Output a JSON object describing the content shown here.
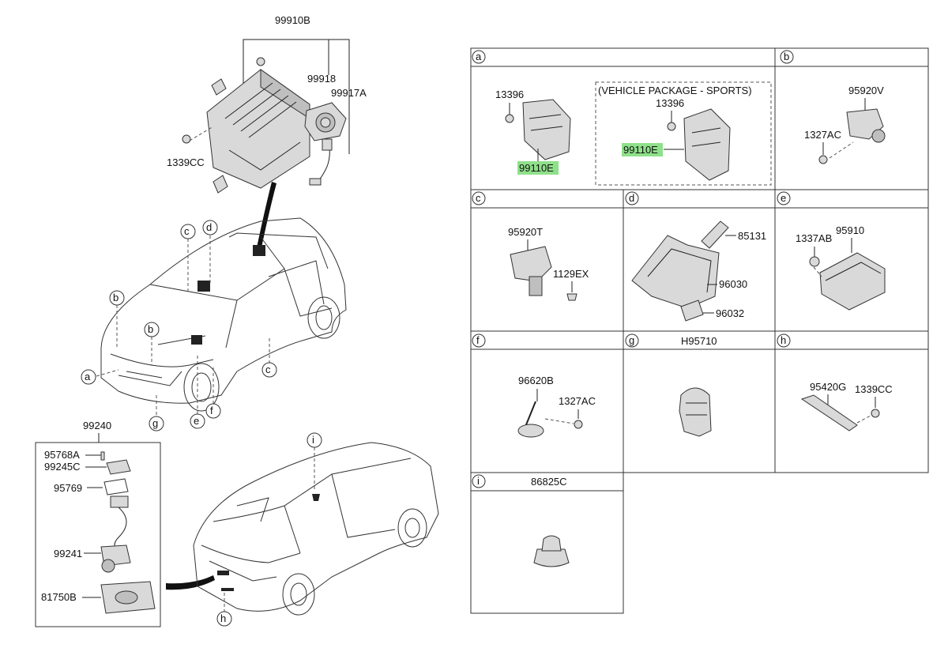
{
  "left": {
    "top_assembly": "99910B",
    "p99918": "99918",
    "p99917A": "99917A",
    "p1339CC": "1339CC",
    "camera_assembly": "99240",
    "p95768A": "95768A",
    "p99245C": "99245C",
    "p95769": "95769",
    "p99241": "99241",
    "p81750B": "81750B"
  },
  "callouts": {
    "a": "a",
    "b": "b",
    "c": "c",
    "d": "d",
    "e": "e",
    "f": "f",
    "g": "g",
    "h": "h",
    "i": "i"
  },
  "table": {
    "a": {
      "letter": "a",
      "p13396": "13396",
      "p99110E": "99110E",
      "package_title": "(VEHICLE PACKAGE - SPORTS)",
      "pkg_13396": "13396",
      "pkg_99110E": "99110E"
    },
    "b": {
      "letter": "b",
      "p95920V": "95920V",
      "p1327AC": "1327AC"
    },
    "c": {
      "letter": "c",
      "p95920T": "95920T",
      "p1129EX": "1129EX"
    },
    "d": {
      "letter": "d",
      "p85131": "85131",
      "p96030": "96030",
      "p96032": "96032"
    },
    "e": {
      "letter": "e",
      "p1337AB": "1337AB",
      "p95910": "95910"
    },
    "f": {
      "letter": "f",
      "p96620B": "96620B",
      "p1327AC": "1327AC"
    },
    "g": {
      "letter": "g",
      "header": "H95710"
    },
    "h": {
      "letter": "h",
      "p95420G": "95420G",
      "p1339CC": "1339CC"
    },
    "i": {
      "letter": "i",
      "header": "86825C"
    }
  },
  "colors": {
    "highlight": "#8fe08a"
  }
}
